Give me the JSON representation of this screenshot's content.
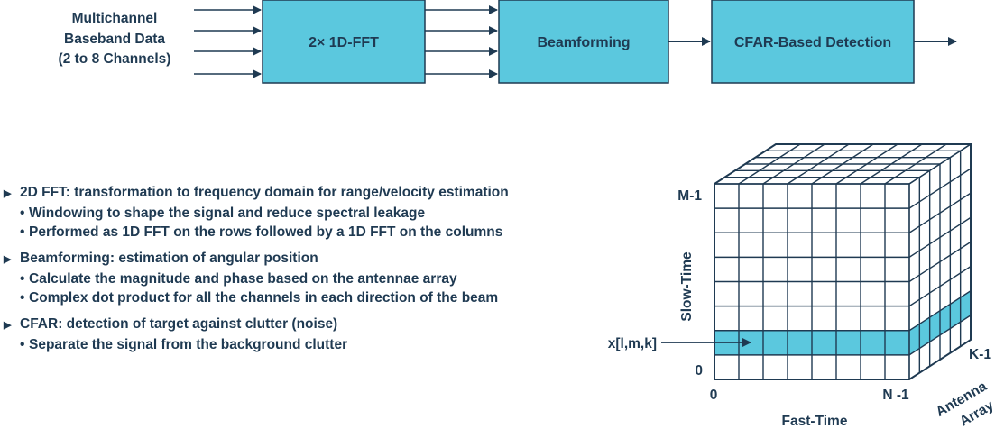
{
  "flow": {
    "input_label": [
      "Multichannel",
      "Baseband Data",
      "(2 to 8 Channels)"
    ],
    "boxes": [
      "2× 1D-FFT",
      "Beamforming",
      "CFAR-Based Detection"
    ]
  },
  "bullets": [
    {
      "head": "2D FFT: transformation to frequency domain for range/velocity estimation",
      "subs": [
        "Windowing to shape the signal and reduce spectral leakage",
        "Performed as 1D FFT on the rows followed by a 1D FFT on the columns"
      ]
    },
    {
      "head": "Beamforming: estimation of angular position",
      "subs": [
        "Calculate the magnitude and phase based on the antennae array",
        "Complex dot product for all the channels in each direction of the beam"
      ]
    },
    {
      "head": "CFAR: detection of target against clutter (noise)",
      "subs": [
        "Separate the signal from the background clutter"
      ]
    }
  ],
  "cube": {
    "label_m1": "M-1",
    "label_slow_time": "Slow-Time",
    "label_x": "x[l,m,k]",
    "label_zero_y": "0",
    "label_zero_x": "0",
    "label_n1": "N -1",
    "label_fast_time": "Fast-Time",
    "label_k1": "K-1",
    "label_antenna": "Antenna",
    "label_array": "Array"
  },
  "colors": {
    "box_fill": "#5bc8de",
    "stroke": "#1f3a52"
  }
}
